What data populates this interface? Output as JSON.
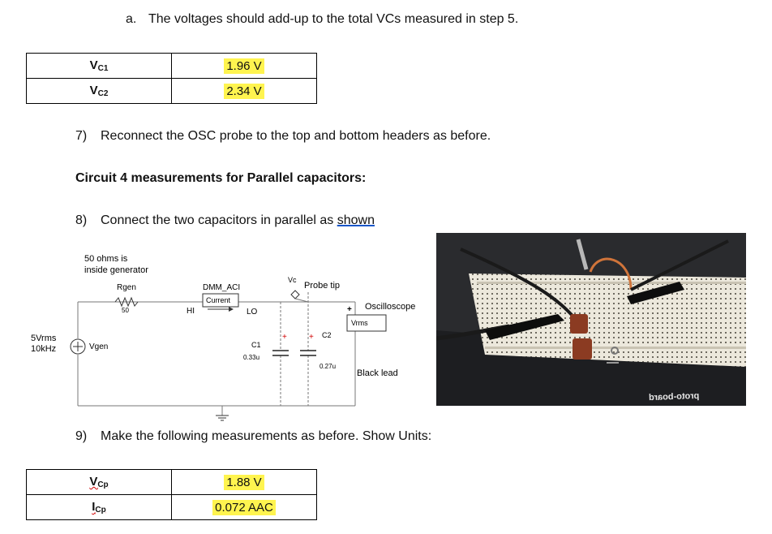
{
  "step_a": {
    "marker": "a.",
    "text": "The voltages should add-up to the total VCs measured in step 5."
  },
  "table1": {
    "rows": [
      {
        "label_main": "V",
        "label_sub": "C1",
        "value": "1.96 V"
      },
      {
        "label_main": "V",
        "label_sub": "C2",
        "value": "2.34 V"
      }
    ]
  },
  "step7": {
    "number": "7)",
    "text": "Reconnect the OSC probe to the top and bottom headers as before."
  },
  "circuit4_heading": "Circuit 4 measurements for Parallel capacitors:",
  "step8": {
    "number": "8)",
    "text_before": "Connect the two capacitors in parallel as ",
    "link_text": "shown"
  },
  "schematic": {
    "note_line1": "50 ohms is",
    "note_line2": "inside generator",
    "rgen": "Rgen",
    "rgen_value": "50",
    "source_line1": "5Vrms",
    "source_line2": "10kHz",
    "vgen": "Vgen",
    "dmm": "DMM_ACI",
    "current": "Current",
    "hi": "HI",
    "lo": "LO",
    "vc": "Vc",
    "probe_tip": "Probe tip",
    "c1": "C1",
    "c1_value": "0.33u",
    "c2": "C2",
    "c2_value": "0.27u",
    "oscilloscope": "Oscilloscope",
    "vrms": "Vrms",
    "black_lead": "Black lead",
    "plus": "+"
  },
  "photo": {
    "brand_mark": "proto-board"
  },
  "step9": {
    "number": "9)",
    "text": "Make the following measurements as before.  Show Units:"
  },
  "table2": {
    "rows": [
      {
        "label_main": "V",
        "label_sub": "Cp",
        "value": "1.88 V"
      },
      {
        "label_main": "I",
        "label_sub": "Cp",
        "value": "0.072 AAC"
      }
    ]
  },
  "colors": {
    "highlight": "#fff44f",
    "board": "#ece8dc",
    "base": "#1d1e21"
  }
}
